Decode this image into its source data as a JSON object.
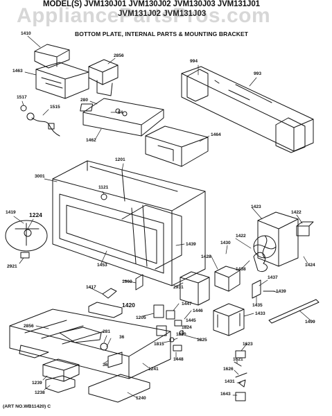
{
  "header": {
    "models_line_1": "MODEL(S) JVM130J01 JVM130J02 JVM130J03 JVM131J01",
    "models_line_2": "JVM131J02 JVM131J03",
    "subtitle": "BOTTOM PLATE, INTERNAL PARTS & MOUNTING BRACKET"
  },
  "watermark": "AppliancePartsPros.com",
  "footer": {
    "art_number": "(ART NO.WB11420) C"
  },
  "callouts": [
    {
      "id": "1410",
      "label": "1410"
    },
    {
      "id": "1463",
      "label": "1463"
    },
    {
      "id": "2856a",
      "label": "2856"
    },
    {
      "id": "994",
      "label": "994"
    },
    {
      "id": "993",
      "label": "993"
    },
    {
      "id": "1517",
      "label": "1517"
    },
    {
      "id": "1515",
      "label": "1515"
    },
    {
      "id": "280",
      "label": "280"
    },
    {
      "id": "54",
      "label": "54"
    },
    {
      "id": "1462",
      "label": "1462"
    },
    {
      "id": "1464",
      "label": "1464"
    },
    {
      "id": "1201",
      "label": "1201"
    },
    {
      "id": "3001",
      "label": "3001"
    },
    {
      "id": "1121",
      "label": "1121"
    },
    {
      "id": "1419",
      "label": "1419"
    },
    {
      "id": "1224",
      "label": "1224"
    },
    {
      "id": "2921",
      "label": "2921"
    },
    {
      "id": "1453",
      "label": "1453"
    },
    {
      "id": "1439",
      "label": "1439"
    },
    {
      "id": "1423",
      "label": "1423"
    },
    {
      "id": "1422a",
      "label": "1422"
    },
    {
      "id": "1422b",
      "label": "1422"
    },
    {
      "id": "1430",
      "label": "1430"
    },
    {
      "id": "1428",
      "label": "1428"
    },
    {
      "id": "1438",
      "label": "1438"
    },
    {
      "id": "1424",
      "label": "1424"
    },
    {
      "id": "1437",
      "label": "1437"
    },
    {
      "id": "1439b",
      "label": "1439"
    },
    {
      "id": "1417",
      "label": "1417"
    },
    {
      "id": "1660",
      "label": "1660"
    },
    {
      "id": "2931",
      "label": "2931"
    },
    {
      "id": "1435",
      "label": "1435"
    },
    {
      "id": "1420",
      "label": "1420"
    },
    {
      "id": "1205",
      "label": "1205"
    },
    {
      "id": "1447",
      "label": "1447"
    },
    {
      "id": "1446",
      "label": "1446"
    },
    {
      "id": "1445",
      "label": "1445"
    },
    {
      "id": "1824",
      "label": "1824"
    },
    {
      "id": "1810",
      "label": "1810"
    },
    {
      "id": "1825",
      "label": "1825"
    },
    {
      "id": "1815",
      "label": "1815"
    },
    {
      "id": "1448",
      "label": "1448"
    },
    {
      "id": "1433",
      "label": "1433"
    },
    {
      "id": "1499",
      "label": "1499"
    },
    {
      "id": "2856b",
      "label": "2856"
    },
    {
      "id": "281",
      "label": "281"
    },
    {
      "id": "36a",
      "label": "36"
    },
    {
      "id": "36b",
      "label": "36"
    },
    {
      "id": "1623",
      "label": "1623"
    },
    {
      "id": "1621",
      "label": "1621"
    },
    {
      "id": "1626",
      "label": "1626"
    },
    {
      "id": "1431",
      "label": "1431"
    },
    {
      "id": "1643",
      "label": "1643"
    },
    {
      "id": "1241",
      "label": "1241"
    },
    {
      "id": "1239",
      "label": "1239"
    },
    {
      "id": "1238",
      "label": "1238"
    },
    {
      "id": "1240",
      "label": "1240"
    }
  ]
}
